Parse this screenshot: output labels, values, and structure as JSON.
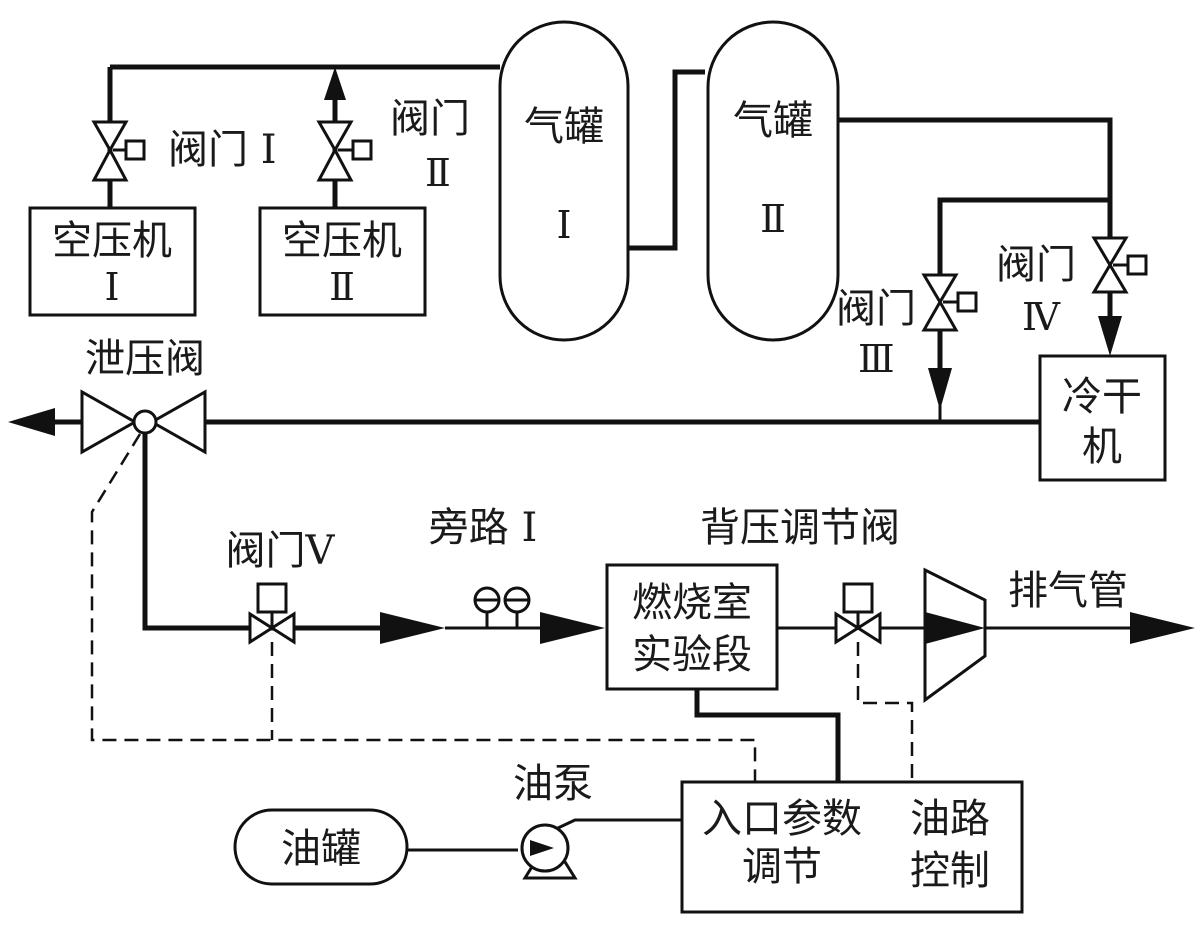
{
  "labels": {
    "compressor_1": [
      "空压机",
      "Ⅰ"
    ],
    "compressor_2": [
      "空压机",
      "Ⅱ"
    ],
    "valve_1": "阀门 Ⅰ",
    "valve_2": [
      "阀门",
      "Ⅱ"
    ],
    "tank_1": [
      "气罐",
      "Ⅰ"
    ],
    "tank_2": [
      "气罐",
      "Ⅱ"
    ],
    "valve_3": [
      "阀门",
      "Ⅲ"
    ],
    "valve_4": [
      "阀门",
      "Ⅳ"
    ],
    "dryer": [
      "冷干",
      "机"
    ],
    "relief_valve": "泄压阀",
    "valve_5": "阀门Ⅴ",
    "bypass_1": "旁路 Ⅰ",
    "combustor": [
      "燃烧室",
      "实验段"
    ],
    "back_pressure_valve": "背压调节阀",
    "exhaust": "排气管",
    "oil_pump": "油泵",
    "oil_tank": "油罐",
    "inlet_control": [
      "入口参数",
      "调节"
    ],
    "oil_control": [
      "油路",
      "控制"
    ]
  },
  "colors": {
    "line": "#111111",
    "background": "#ffffff"
  }
}
